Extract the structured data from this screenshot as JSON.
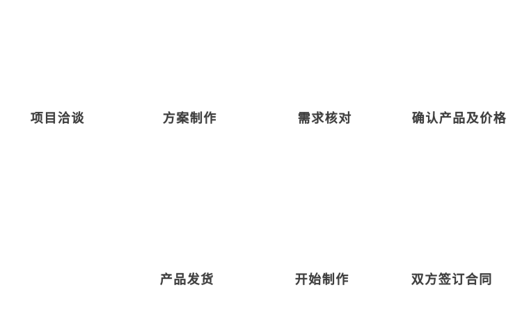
{
  "page": {
    "background_color": "#ffffff",
    "text_color": "#3d3d3d"
  },
  "flow": {
    "name": "service-process-flow",
    "steps": [
      {
        "label": "项目洽谈",
        "row": "top"
      },
      {
        "label": "方案制作",
        "row": "top"
      },
      {
        "label": "需求核对",
        "row": "top"
      },
      {
        "label": "确认产品及价格",
        "row": "top"
      },
      {
        "label": "双方签订合同",
        "row": "bottom"
      },
      {
        "label": "开始制作",
        "row": "bottom"
      },
      {
        "label": "产品发货",
        "row": "bottom"
      }
    ]
  }
}
